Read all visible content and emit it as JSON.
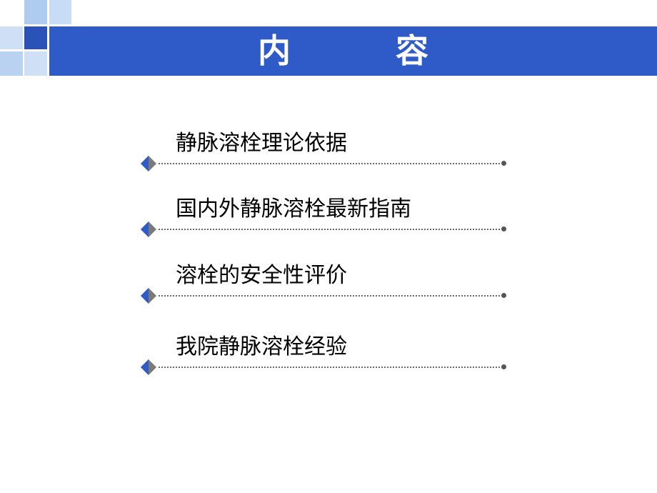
{
  "title": {
    "char1": "内",
    "char2": "容"
  },
  "colors": {
    "title_bar": "#2f5bc9",
    "accent_dark": "#2a52b8",
    "accent_light": "#aecbf0"
  },
  "items": [
    {
      "label": "静脉溶栓理论依据",
      "marker_icon": "diamond-bullet-icon"
    },
    {
      "label": "国内外静脉溶栓最新指南",
      "marker_icon": "diamond-bullet-icon"
    },
    {
      "label": "溶栓的安全性评价",
      "marker_icon": "diamond-bullet-icon"
    },
    {
      "label": "我院静脉溶栓经验",
      "marker_icon": "diamond-bullet-icon"
    }
  ]
}
